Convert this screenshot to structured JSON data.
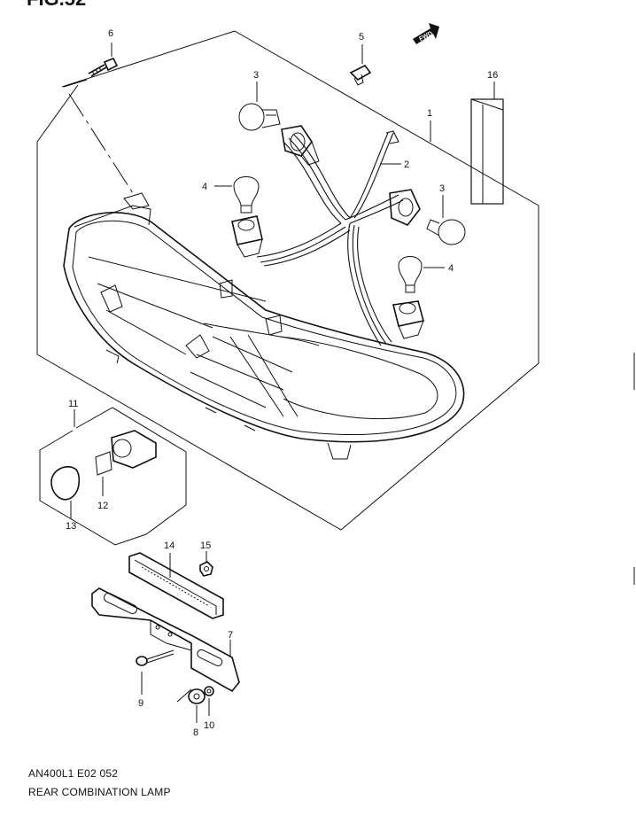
{
  "figure_label": "FIG.52",
  "direction_tag": "FWD",
  "callouts": {
    "c1": "1",
    "c2": "2",
    "c3a": "3",
    "c3b": "3",
    "c4a": "4",
    "c4b": "4",
    "c5": "5",
    "c6": "6",
    "c7": "7",
    "c8": "8",
    "c9": "9",
    "c10": "10",
    "c11": "11",
    "c12": "12",
    "c13": "13",
    "c14": "14",
    "c15": "15",
    "c16": "16"
  },
  "footer": {
    "code": "AN400L1 E02  052",
    "title": "REAR COMBINATION LAMP"
  }
}
